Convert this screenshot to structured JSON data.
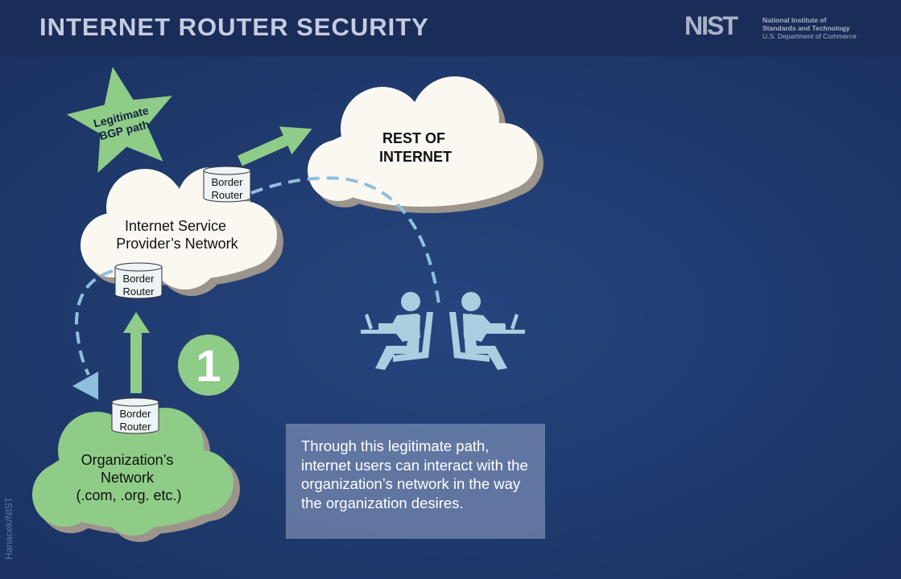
{
  "header": {
    "title": "INTERNET ROUTER SECURITY",
    "logo": "NIST",
    "org_line1": "National Institute of",
    "org_line2": "Standards and Technology",
    "org_line3": "U.S. Department of Commerce"
  },
  "star": {
    "line1": "Legitimate",
    "line2": "BGP path"
  },
  "clouds": {
    "rest": {
      "line1": "REST OF",
      "line2": "INTERNET"
    },
    "isp": {
      "line1": "Internet Service",
      "line2": "Provider’s Network"
    },
    "org": {
      "line1": "Organization’s",
      "line2": "Network",
      "line3": "(.com, .org. etc.)"
    }
  },
  "router": {
    "line1": "Border",
    "line2": "Router"
  },
  "step_number": "1",
  "description": "Through this legitimate path, internet users can interact with the organization’s network in the way the organization desires.",
  "credit": "Hanacek/NIST",
  "colors": {
    "green": "#8fcc88",
    "cloud": "#fbf8f2",
    "dash": "#8fbfdc",
    "people": "#a9cfe0"
  }
}
